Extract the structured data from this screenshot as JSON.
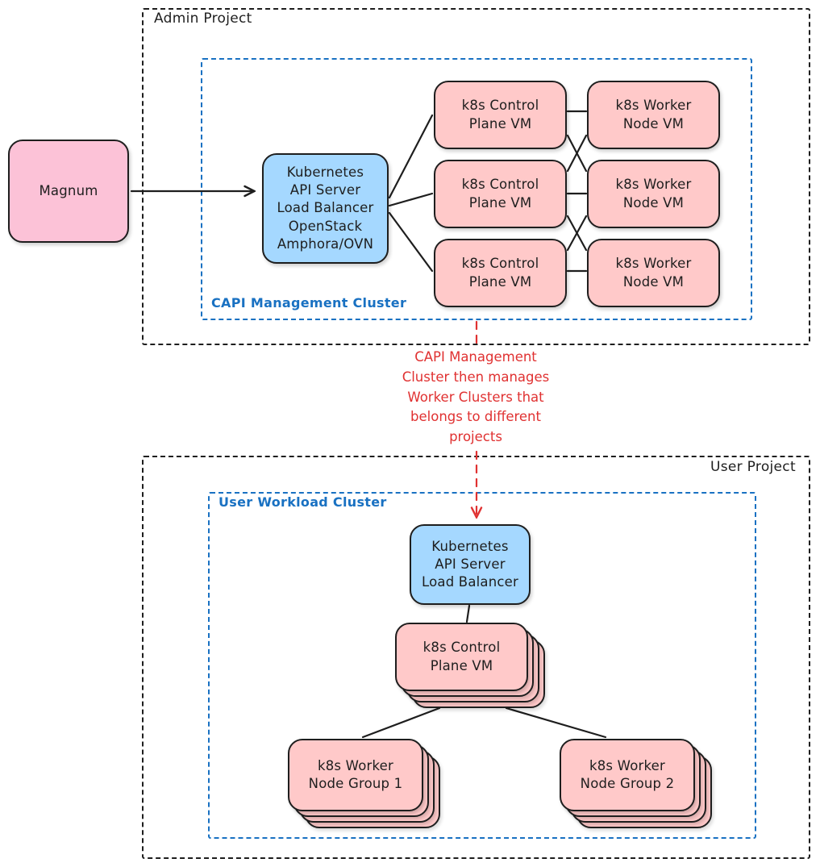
{
  "magnum": {
    "label": "Magnum"
  },
  "admin": {
    "label": "Admin Project",
    "capi": {
      "label": "CAPI Management Cluster",
      "lb": "Kubernetes\nAPI Server\nLoad Balancer\nOpenStack\nAmphora/OVN",
      "control_planes": [
        "k8s Control\nPlane VM",
        "k8s Control\nPlane VM",
        "k8s Control\nPlane VM"
      ],
      "workers": [
        "k8s Worker\nNode VM",
        "k8s Worker\nNode VM",
        "k8s Worker\nNode VM"
      ]
    }
  },
  "annotation": {
    "text": "CAPI Management\nCluster then manages\nWorker Clusters that\nbelongs to different\nprojects"
  },
  "user": {
    "label": "User Project",
    "cluster": {
      "label": "User Workload Cluster",
      "lb": "Kubernetes\nAPI Server\nLoad Balancer",
      "cp": "k8s Control\nPlane VM",
      "wg1": "k8s Worker\nNode Group 1",
      "wg2": "k8s Worker\nNode Group 2"
    }
  },
  "colors": {
    "magnum_pink": "#fcc2d7",
    "vm_salmon": "#ffc9c9",
    "lb_blue": "#a5d8ff",
    "outline": "#1e1e1e",
    "cluster_border": "#1971c2",
    "annotation_red": "#e03131"
  }
}
